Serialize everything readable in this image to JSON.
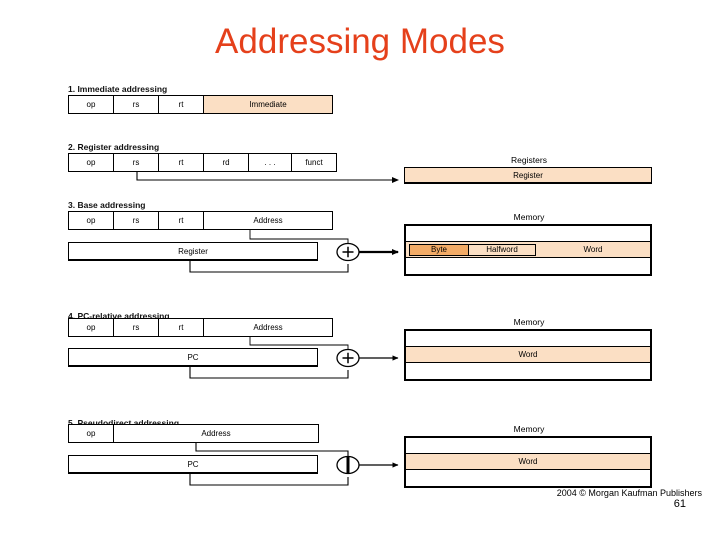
{
  "slide": {
    "title": "Addressing Modes",
    "title_color": "#e5401b",
    "highlight_color": "#fbdfc4",
    "byte_color": "#f3ab66",
    "background": "#ffffff"
  },
  "modes": [
    {
      "label": "1. Immediate addressing",
      "fields": [
        "op",
        "rs",
        "rt",
        "Immediate"
      ],
      "second_row": null,
      "operator": null,
      "target": null
    },
    {
      "label": "2. Register addressing",
      "fields": [
        "op",
        "rs",
        "rt",
        "rd",
        ". . .",
        "funct"
      ],
      "second_row": null,
      "operator": null,
      "target": {
        "title": "Registers",
        "kind": "register",
        "rows": [
          "Register"
        ]
      }
    },
    {
      "label": "3. Base addressing",
      "fields": [
        "op",
        "rs",
        "rt",
        "Address"
      ],
      "second_row": "Register",
      "operator": "+",
      "target": {
        "title": "Memory",
        "kind": "memory-slots",
        "rows": [
          "",
          "Byte|Halfword|Word",
          ""
        ],
        "slots": [
          "Byte",
          "Halfword",
          "Word"
        ]
      }
    },
    {
      "label": "4. PC-relative addressing",
      "fields": [
        "op",
        "rs",
        "rt",
        "Address"
      ],
      "second_row": "PC",
      "operator": "+",
      "target": {
        "title": "Memory",
        "kind": "memory",
        "rows": [
          "",
          "Word",
          ""
        ]
      }
    },
    {
      "label": "5. Pseudodirect addressing",
      "fields": [
        "op",
        "Address"
      ],
      "second_row": "PC",
      "operator": "concat",
      "target": {
        "title": "Memory",
        "kind": "memory",
        "rows": [
          "",
          "Word",
          ""
        ]
      }
    }
  ],
  "footer": {
    "copyright": "2004 © Morgan Kaufman Publishers",
    "page_number": "61"
  }
}
